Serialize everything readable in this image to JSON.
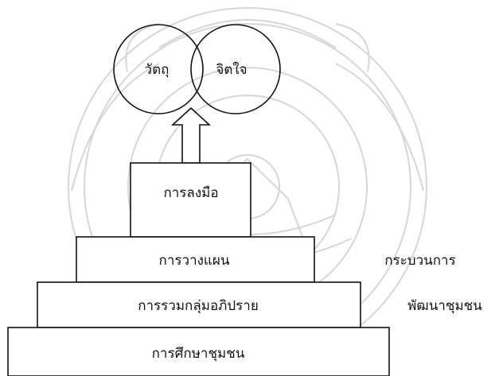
{
  "circles": {
    "left_label": "วัตถุ",
    "right_label": "จิตใจ"
  },
  "pyramid": {
    "levels": [
      {
        "label": "การลงมือ"
      },
      {
        "label": "การวางแผน"
      },
      {
        "label": "การรวมกลุ่มอภิปราย"
      },
      {
        "label": "การศึกษาชุมชน"
      }
    ]
  },
  "side_labels": {
    "process": "กระบวนการ",
    "development": "พัฒนาชุมชน"
  },
  "colors": {
    "stroke": "#111111",
    "watermark": "#c8c8c8"
  }
}
